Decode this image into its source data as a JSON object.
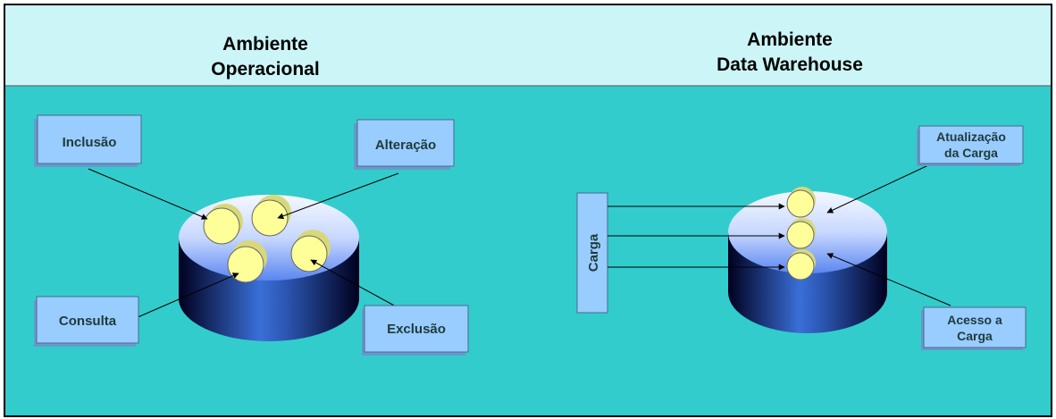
{
  "headers": {
    "left": {
      "line1": "Ambiente",
      "line2": "Operacional"
    },
    "right": {
      "line1": "Ambiente",
      "line2": "Data Warehouse"
    }
  },
  "operational": {
    "inclusao": "Inclusão",
    "alteracao": "Alteração",
    "consulta": "Consulta",
    "exclusao": "Exclusão"
  },
  "warehouse": {
    "carga": "Carga",
    "atualizacao": {
      "line1": "Atualização",
      "line2": "da Carga"
    },
    "acesso": {
      "line1": "Acesso a",
      "line2": "Carga"
    }
  },
  "colors": {
    "header_bg": "#ccf5f7",
    "panel_bg": "#33cccc",
    "box_fill": "#99ccff",
    "box_shadow": "#6699cc",
    "ball_fill": "#ffff99",
    "cylinder_dark": "#000033",
    "cylinder_mid": "#3366cc",
    "cylinder_top": "#e8f0ff",
    "text": "#1f3a3a"
  }
}
